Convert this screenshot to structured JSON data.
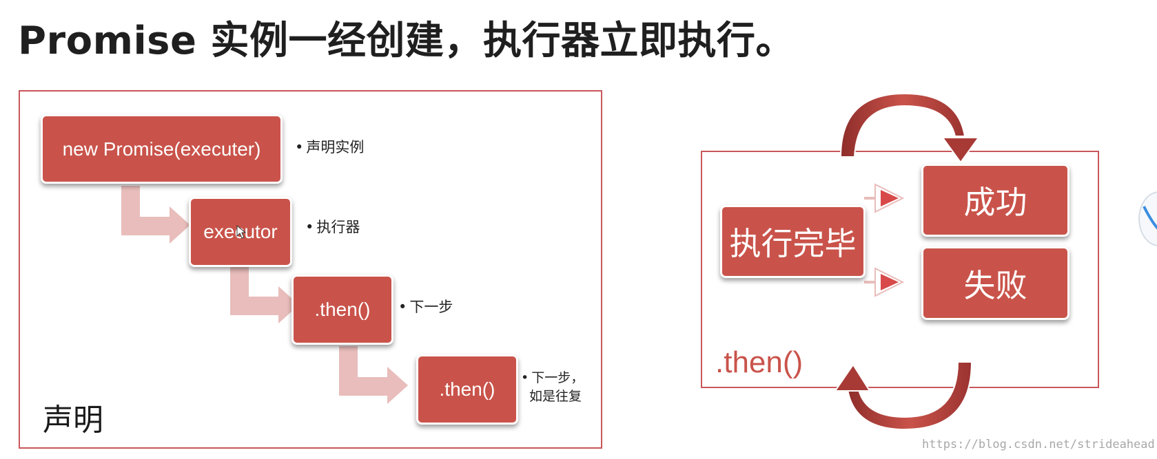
{
  "title": "Promise 实例一经创建，执行器立即执行。",
  "left_diagram": {
    "steps": [
      {
        "label": "new Promise(executer)",
        "note": "声明实例"
      },
      {
        "label": "executor",
        "note": "执行器"
      },
      {
        "label": ".then()",
        "note": "下一步"
      },
      {
        "label": ".then()",
        "note_line1": "下一步，",
        "note_line2": "如是往复"
      }
    ],
    "bullet": "•",
    "panel_label": "声明"
  },
  "right_diagram": {
    "done": "执行完毕",
    "success": "成功",
    "failure": "失败",
    "panel_label": ".then()"
  },
  "watermark": "https://blog.csdn.net/strideahead",
  "colors": {
    "box": "#c9534a",
    "border": "#c9565a",
    "connector": "#e8bdbb",
    "arc": "#a83a36"
  },
  "icons": [
    "mouse-cursor-icon",
    "triangle-arrow-icon",
    "cycle-arc-icon",
    "side-widget-icon"
  ]
}
